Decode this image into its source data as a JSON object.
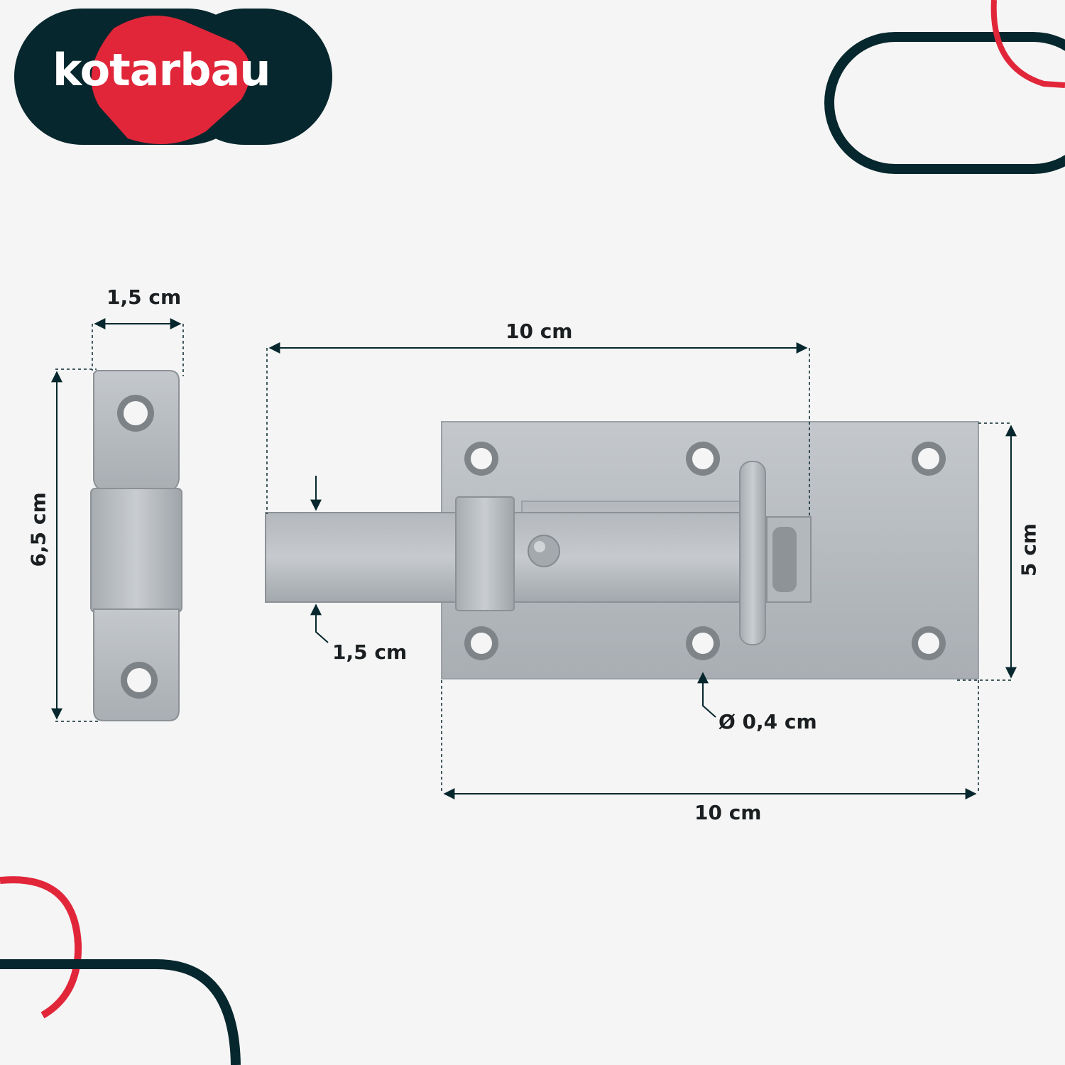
{
  "brand": {
    "name": "kotarbau",
    "color_dark": "#06272d",
    "color_red": "#e1263a"
  },
  "dimensions": {
    "strike_width": "1,5 cm",
    "strike_height": "6,5 cm",
    "bolt_travel": "10 cm",
    "bolt_width": "1,5 cm",
    "plate_height": "5 cm",
    "hole_diameter": "Ø 0,4 cm",
    "plate_length": "10 cm"
  },
  "colors": {
    "background": "#f5f5f5",
    "metal": "#b9bdc2",
    "metal_dark": "#8c9196",
    "line": "#06272d"
  }
}
